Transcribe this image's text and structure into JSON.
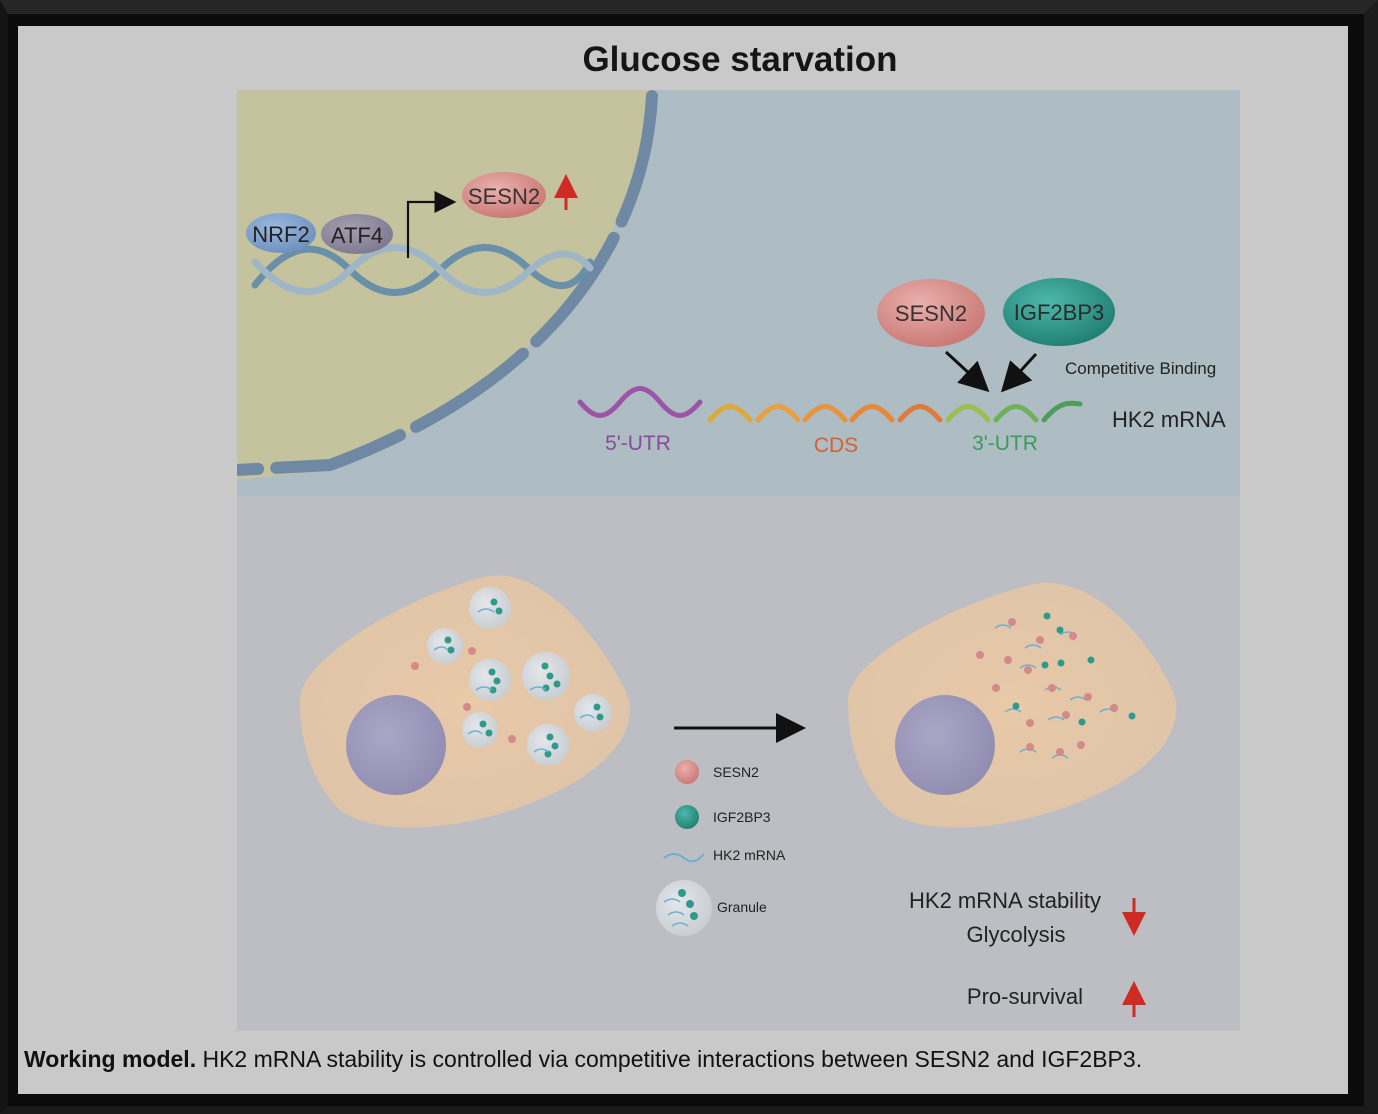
{
  "title": "Glucose starvation",
  "nucleus": {
    "tf1": "NRF2",
    "tf2": "ATF4",
    "target": "SESN2"
  },
  "cytoplasm": {
    "protein1": "SESN2",
    "protein2": "IGF2BP3",
    "binding_label": "Competitive Binding",
    "mrna_label": "HK2 mRNA",
    "regions": [
      "5'-UTR",
      "CDS",
      "3'-UTR"
    ]
  },
  "legend": {
    "items": [
      "SESN2",
      "IGF2BP3",
      "HK2 mRNA",
      "Granule"
    ]
  },
  "outcomes": {
    "line1": "HK2 mRNA stability",
    "line2": "Glycolysis",
    "line3": "Pro-survival"
  },
  "caption": {
    "bold": "Working model.",
    "text": " HK2 mRNA stability is controlled via competitive interactions between SESN2 and IGF2BP3."
  },
  "colors": {
    "top_panel": "#aebdc4",
    "nucleus": "#c4c39d",
    "bottom_panel": "#bdbec3",
    "sesn2": "#d99090",
    "igf2bp3": "#2e9a8c",
    "up_arrow": "#d02a24",
    "down_arrow": "#d02a24"
  }
}
